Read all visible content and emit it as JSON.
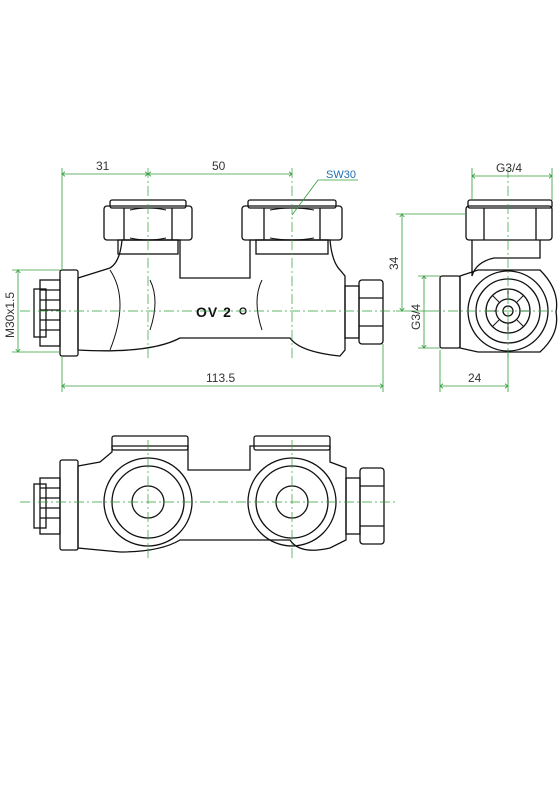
{
  "drawing": {
    "dimensions": {
      "d31": "31",
      "d50": "50",
      "d113": "113.5",
      "d34": "34",
      "d24": "24",
      "g34_top": "G3/4",
      "g34_side": "G3/4",
      "m30": "M30x1.5",
      "sw30": "SW30"
    },
    "body_marking": "OV 2",
    "colors": {
      "line": "#111111",
      "dimension_line": "#2f9e3a",
      "callout": "#1f6fb2",
      "hatch": "#bbbbbb"
    }
  }
}
